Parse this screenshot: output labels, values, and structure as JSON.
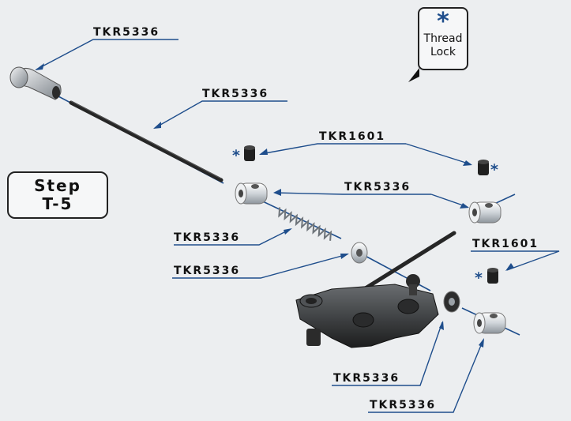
{
  "step": {
    "title": "Step",
    "number": "T-5"
  },
  "thread_lock": {
    "symbol": "*",
    "line1": "Thread",
    "line2": "Lock"
  },
  "labels": {
    "ball_end_top": "TKR5336",
    "rod": "TKR5336",
    "set_screw_upper": "TKR1601",
    "collar_pair": "TKR5336",
    "spring": "TKR5336",
    "washer_left": "TKR5336",
    "set_screw_right": "TKR1601",
    "washer_right": "TKR5336",
    "collar_bottom": "TKR5336"
  },
  "thread_lock_marker": "*",
  "colors": {
    "background": "#eceef0",
    "leader": "#1f4e8c",
    "axis": "#1f4e8c",
    "rod": "#2a2a2a",
    "metal": "#d9dde1",
    "dark_part": "#3a3c3e"
  }
}
